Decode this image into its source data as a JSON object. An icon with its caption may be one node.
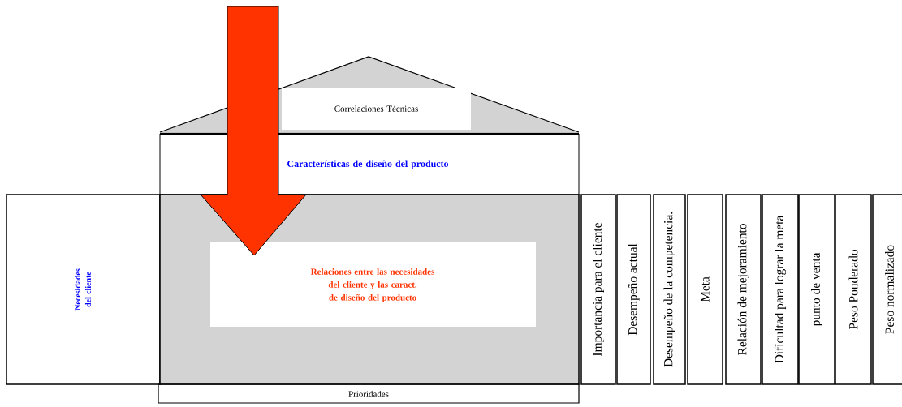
{
  "diagram": {
    "nodes": [
      {
        "text": [
          "Correlaciones Técnicas"
        ]
      },
      {
        "text": [
          "Características de diseño del producto"
        ]
      },
      {
        "text": [
          "Necesidades del cliente"
        ]
      },
      {
        "text": [
          "Relaciones entre las necesidades del cliente y las caract. de diseño del producto"
        ]
      },
      {
        "text": [
          "Importancia para el cliente"
        ]
      },
      {
        "text": [
          "Desempeño actual"
        ]
      },
      {
        "text": [
          "Desempeño de la competencia."
        ]
      },
      {
        "text": [
          "Meta"
        ]
      },
      {
        "text": [
          "Relación de mejoramiento"
        ]
      },
      {
        "text": [
          "Dificultad para lograr la meta"
        ]
      },
      {
        "text": [
          "punto de venta"
        ]
      },
      {
        "text": [
          "Peso Ponderado"
        ]
      },
      {
        "text": [
          "Peso normalizado"
        ]
      },
      {
        "text": [
          "Prioridades"
        ]
      }
    ]
  }
}
